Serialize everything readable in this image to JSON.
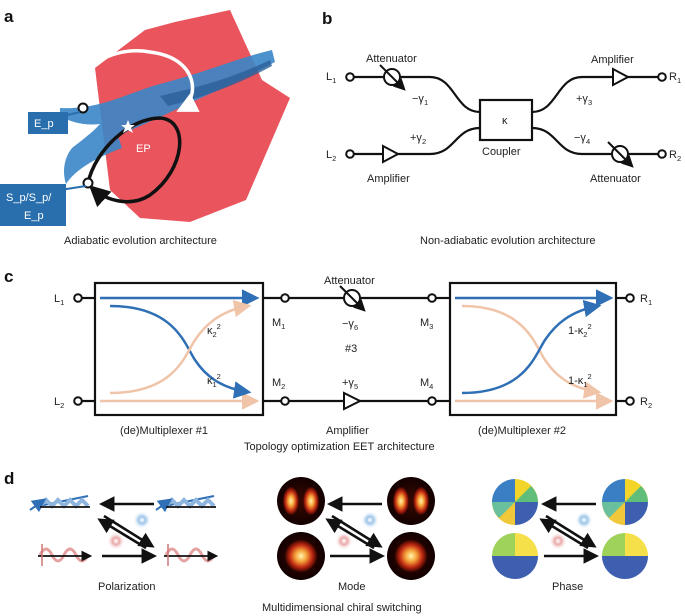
{
  "panels": {
    "a": {
      "letter": "a",
      "box_top": "E_p",
      "box_bottom": "S_p/S_p/\nE_p",
      "ep_label": "EP",
      "caption": "Adiabatic evolution architecture"
    },
    "b": {
      "letter": "b",
      "port_l1": "L",
      "port_l1_sub": "1",
      "port_l2": "L",
      "port_l2_sub": "2",
      "port_r1": "R",
      "port_r1_sub": "1",
      "port_r2": "R",
      "port_r2_sub": "2",
      "attenuator_top": "Attenuator",
      "amplifier_bottom": "Amplifier",
      "amplifier_top": "Amplifier",
      "attenuator_bottom": "Attenuator",
      "gamma1": "−γ",
      "gamma1_sub": "1",
      "gamma2": "+γ",
      "gamma2_sub": "2",
      "gamma3": "+γ",
      "gamma3_sub": "3",
      "gamma4": "−γ",
      "gamma4_sub": "4",
      "coupler_symbol": "κ",
      "coupler_label": "Coupler",
      "caption": "Non-adiabatic evolution architecture"
    },
    "c": {
      "letter": "c",
      "port_l1": "L",
      "port_l1_sub": "1",
      "port_l2": "L",
      "port_l2_sub": "2",
      "port_r1": "R",
      "port_r1_sub": "1",
      "port_r2": "R",
      "port_r2_sub": "2",
      "m1": "M",
      "m1_sub": "1",
      "m2": "M",
      "m2_sub": "2",
      "m3": "M",
      "m3_sub": "3",
      "m4": "M",
      "m4_sub": "4",
      "k2": "κ",
      "k2_sub": "2",
      "k2_sup": "2",
      "k1": "κ",
      "k1_sub": "1",
      "k1_sup": "2",
      "r_k2": "1-κ",
      "r_k2_sub": "2",
      "r_k2_sup": "2",
      "r_k1": "1-κ",
      "r_k1_sub": "1",
      "r_k1_sup": "2",
      "attenuator": "Attenuator",
      "gamma6": "−γ",
      "gamma6_sub": "6",
      "center": "#3",
      "gamma5": "+γ",
      "gamma5_sub": "5",
      "amplifier": "Amplifier",
      "mux1": "(de)Multiplexer #1",
      "mux2": "(de)Multiplexer #2",
      "caption": "Topology optimization EET architecture"
    },
    "d": {
      "letter": "d",
      "labels": [
        "Polarization",
        "Mode",
        "Phase"
      ],
      "caption": "Multidimensional chiral switching"
    }
  },
  "colors": {
    "blue": "#2f6fb5",
    "peach": "#f0c4a8",
    "red_surface": "#e8454f",
    "blue_surface": "#3a86c8",
    "label_box": "#2a6fad"
  }
}
